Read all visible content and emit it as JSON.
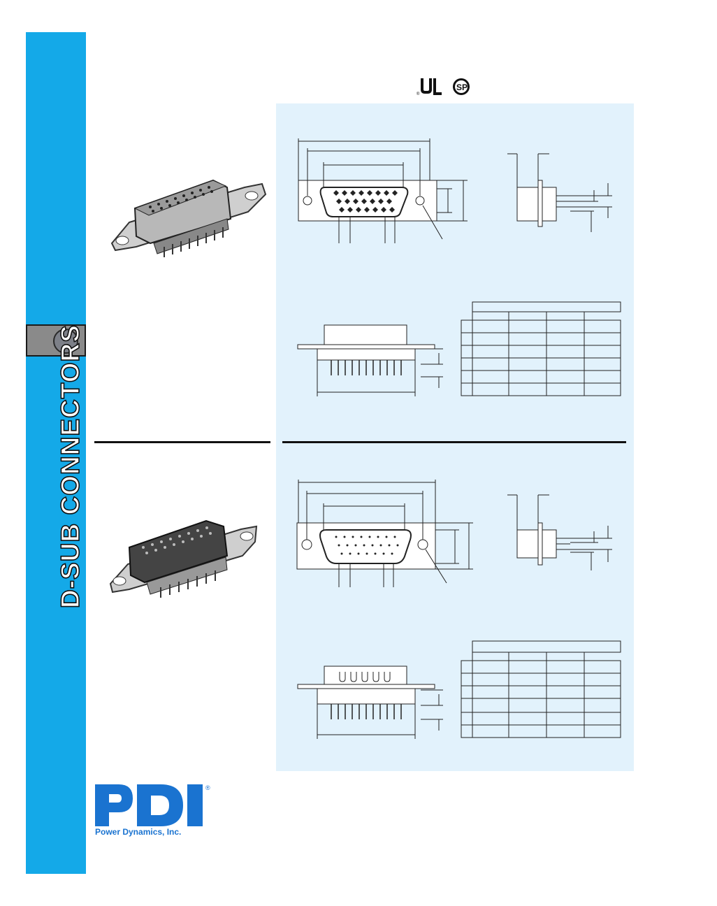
{
  "sidebar": {
    "title": "D-SUB CONNECTORS",
    "color": "#14a9e8"
  },
  "certifications": {
    "ul": "UL",
    "csa": "SP"
  },
  "brand": {
    "logo": "PDI",
    "name": "Power Dynamics, Inc.",
    "registered": "®",
    "color": "#1a73d0"
  },
  "panel": {
    "background": "#e2f2fc"
  }
}
